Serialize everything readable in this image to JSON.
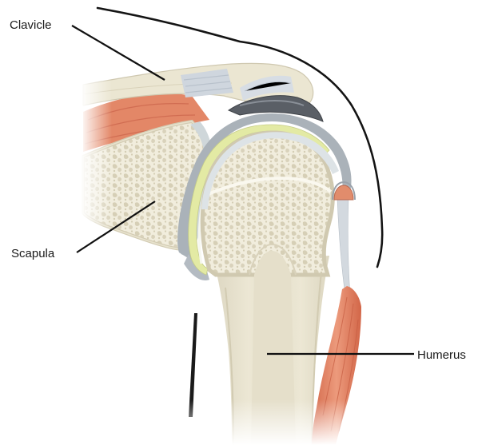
{
  "labels": {
    "clavicle": "Clavicle",
    "scapula": "Scapula",
    "humerus": "Humerus"
  },
  "colors": {
    "bone": "#ece7d3",
    "bone_shadow": "#d8d2ba",
    "cancellous": "#f3f0e2",
    "cartilage": "#cfd8dc",
    "synovial_yellow": "#e2eaa6",
    "muscle": "#e08060",
    "ligament": "#cdd4dc",
    "outline": "#141414"
  }
}
